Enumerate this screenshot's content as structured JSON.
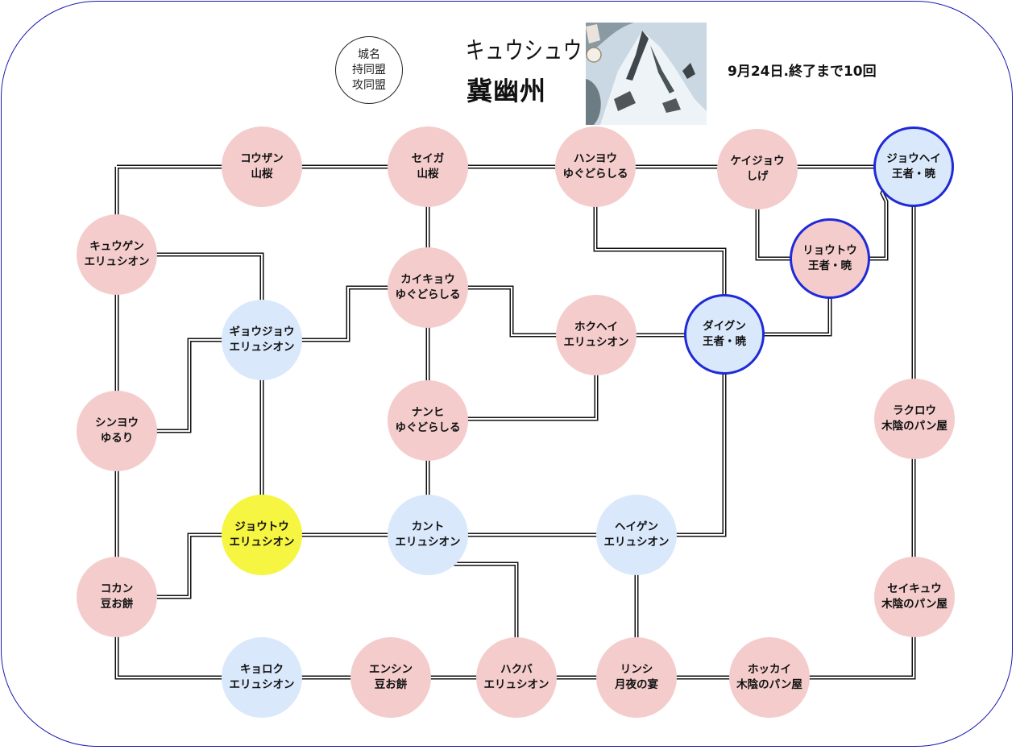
{
  "header": {
    "legend_lines": [
      "城名",
      "持同盟",
      "攻同盟"
    ],
    "title_kana": "キュウシュウ",
    "title_kanji": "冀幽州",
    "status": "9月24日.終了まで10回"
  },
  "colors": {
    "enemy": "#f4cccc",
    "ally": "#dae8fc",
    "highlight": "#f5f542",
    "border_accent": "#1f2ad8",
    "frame": "#1a1ab0"
  },
  "nodes": [
    {
      "id": "kouzan",
      "name": "コウザン",
      "alliance": "山桜",
      "type": "enemy"
    },
    {
      "id": "seiga",
      "name": "セイガ",
      "alliance": "山桜",
      "type": "enemy"
    },
    {
      "id": "hanyou",
      "name": "ハンヨウ",
      "alliance": "ゆぐどらしる",
      "type": "enemy"
    },
    {
      "id": "keijou",
      "name": "ケイジョウ",
      "alliance": "しげ",
      "type": "enemy"
    },
    {
      "id": "jouhei",
      "name": "ジョウヘイ",
      "alliance": "王者・暁",
      "type": "ally-bordered"
    },
    {
      "id": "kyuugen",
      "name": "キュウゲン",
      "alliance": "エリュシオン",
      "type": "enemy"
    },
    {
      "id": "ryoutou",
      "name": "リョウトウ",
      "alliance": "王者・暁",
      "type": "enemy-bordered"
    },
    {
      "id": "kaikyou",
      "name": "カイキョウ",
      "alliance": "ゆぐどらしる",
      "type": "enemy"
    },
    {
      "id": "gyoujou",
      "name": "ギョウジョウ",
      "alliance": "エリュシオン",
      "type": "ally"
    },
    {
      "id": "hokuhei",
      "name": "ホクヘイ",
      "alliance": "エリュシオン",
      "type": "enemy"
    },
    {
      "id": "daigun",
      "name": "ダイグン",
      "alliance": "王者・暁",
      "type": "ally-bordered"
    },
    {
      "id": "shinyou",
      "name": "シンヨウ",
      "alliance": "ゆるり",
      "type": "enemy"
    },
    {
      "id": "nanhi",
      "name": "ナンヒ",
      "alliance": "ゆぐどらしる",
      "type": "enemy"
    },
    {
      "id": "rakurou",
      "name": "ラクロウ",
      "alliance": "木陰のパン屋",
      "type": "enemy"
    },
    {
      "id": "joutou",
      "name": "ジョウトウ",
      "alliance": "エリュシオン",
      "type": "highlight"
    },
    {
      "id": "kanto",
      "name": "カント",
      "alliance": "エリュシオン",
      "type": "ally"
    },
    {
      "id": "heigen",
      "name": "ヘイゲン",
      "alliance": "エリュシオン",
      "type": "ally"
    },
    {
      "id": "kokan",
      "name": "コカン",
      "alliance": "豆お餅",
      "type": "enemy"
    },
    {
      "id": "seikyuu",
      "name": "セイキュウ",
      "alliance": "木陰のパン屋",
      "type": "enemy"
    },
    {
      "id": "kyoroku",
      "name": "キョロク",
      "alliance": "エリュシオン",
      "type": "ally"
    },
    {
      "id": "enshin",
      "name": "エンシン",
      "alliance": "豆お餅",
      "type": "enemy"
    },
    {
      "id": "hakuba",
      "name": "ハクバ",
      "alliance": "エリュシオン",
      "type": "enemy"
    },
    {
      "id": "rinshi",
      "name": "リンシ",
      "alliance": "月夜の宴",
      "type": "enemy"
    },
    {
      "id": "hokkai",
      "name": "ホッカイ",
      "alliance": "木陰のパン屋",
      "type": "enemy"
    }
  ]
}
